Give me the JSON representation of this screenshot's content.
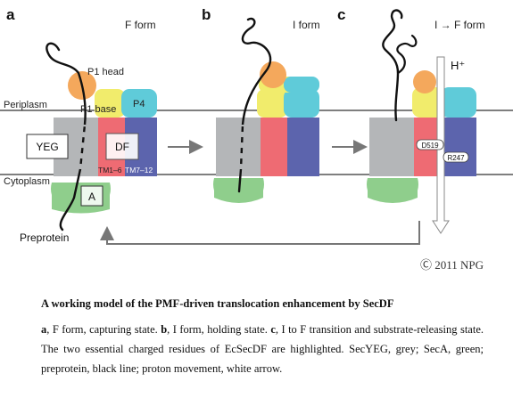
{
  "panels": {
    "a": {
      "letter": "a",
      "title": "F form"
    },
    "b": {
      "letter": "b",
      "title": "I form"
    },
    "c": {
      "letter": "c",
      "title": "I → F form"
    }
  },
  "regions": {
    "periplasm": "Periplasm",
    "cytoplasm": "Cytoplasm"
  },
  "labels": {
    "p1_head": "P1 head",
    "p1_base": "P1 base",
    "p4": "P4",
    "yeg": "YEG",
    "df": "DF",
    "tm1_6": "TM1–6",
    "tm7_12": "TM7–12",
    "seca": "A",
    "preprotein": "Preprotein",
    "proton": "H⁺",
    "residue_d519": "D519",
    "residue_r247": "R247"
  },
  "copyright": "Ⓒ 2011 NPG",
  "caption": {
    "title": "A working model of the PMF-driven translocation enhancement by SecDF",
    "parts": [
      {
        "key": "a",
        "text": ", F form, capturing state. "
      },
      {
        "key": "b",
        "text": ", I form, holding state. "
      },
      {
        "key": "c",
        "text": ", I to F transition and substrate-releasing state. The two essential charged residues of EcSecDF are highlighted. SecYEG, grey; SecA, green; preprotein, black line; proton movement, white arrow."
      }
    ]
  },
  "colors": {
    "secyeg": "#b4b6b8",
    "seca": "#8fce8c",
    "p1_head": "#f4a85c",
    "p1_base": "#f1ec6c",
    "p4": "#5fcbd9",
    "tm1_6": "#ee6b73",
    "tm7_12": "#5c64ad"
  }
}
